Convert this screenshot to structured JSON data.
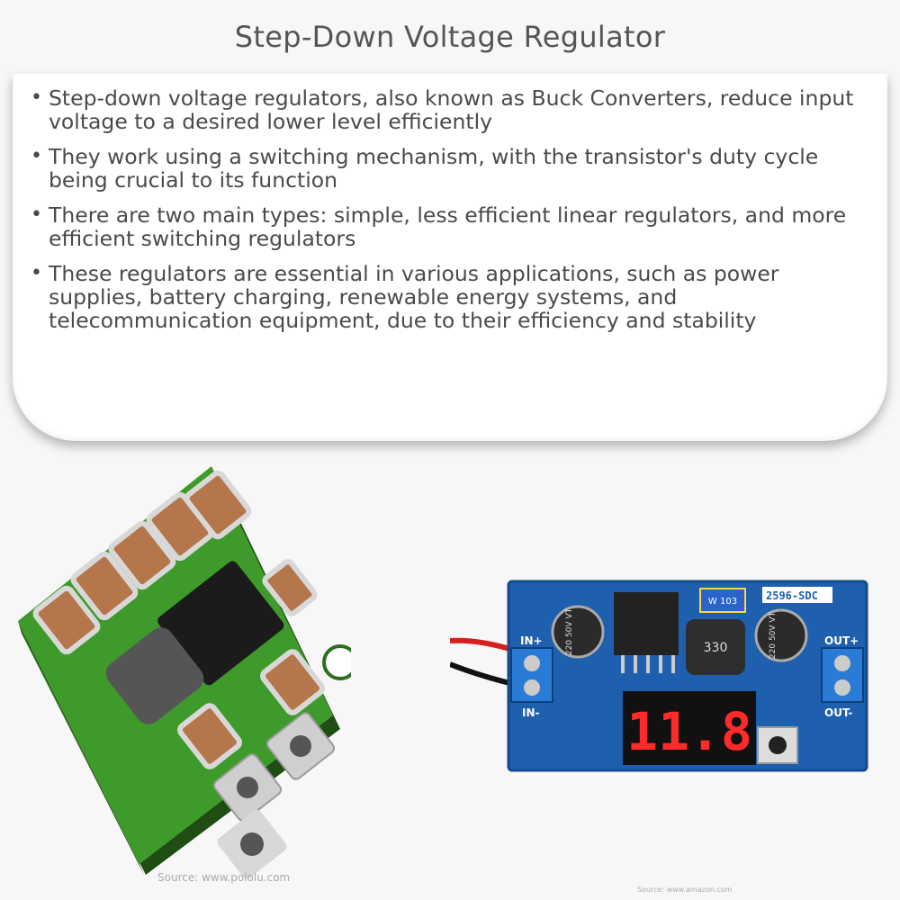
{
  "title": "Step-Down Voltage Regulator",
  "bullets": [
    "Step-down voltage regulators, also known as Buck Converters, reduce input voltage to a desired lower level efficiently",
    "They work using a switching mechanism, with the transistor's duty cycle being crucial to its function",
    "There are two main types: simple, less efficient linear regulators, and more efficient switching regulators",
    "These regulators are essential in various applications, such as power supplies, battery charging, renewable energy systems, and telecommunication equipment, due to their efficiency and stability"
  ],
  "images": {
    "left": {
      "source": "Source: www.pololu.com"
    },
    "right": {
      "source": "Source: www.amazon.com",
      "board_label": "2596-SDC",
      "in_plus": "IN+",
      "in_minus": "IN-",
      "out_plus": "OUT+",
      "out_minus": "OUT-",
      "display": "11.8",
      "cap_left": "220 50V VT",
      "cap_right": "220 50V VT",
      "inductor": "330",
      "trimmer": "W 103"
    }
  },
  "colors": {
    "left_pcb": "#3e9a2a",
    "right_pcb": "#1e5fae",
    "display_red": "#ff2a2a"
  }
}
